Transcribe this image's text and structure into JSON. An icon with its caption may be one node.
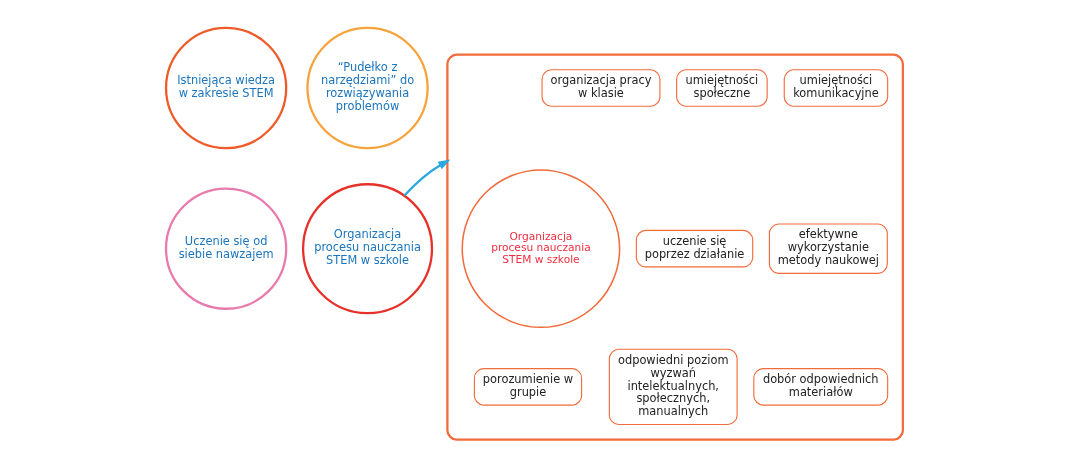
{
  "diagram": {
    "nodes": [
      {
        "text": [
          "Istniejąca wiedza w zakresie STEM"
        ]
      },
      {
        "text": [
          "“Pudełko z narzędziami” do rozwiązywania problemów"
        ]
      },
      {
        "text": [
          "Uczenie się od siebie nawzajem"
        ]
      },
      {
        "text": [
          "Organizacja procesu nauczania STEM w szkole"
        ]
      },
      {
        "text": [],
        "shape": "gear"
      },
      {
        "text": [
          "umiejętności komunikacyjne"
        ],
        "in": 4
      },
      {
        "text": [
          "umiejętności społeczne"
        ],
        "in": 4
      },
      {
        "text": [
          "organizacja pracy w klasie"
        ],
        "in": 4
      },
      {
        "text": [
          "Organizacja procesu nauczania STEM w szkole"
        ],
        "in": 4
      },
      {
        "text": [
          "efektywne wykorzystanie metody naukowej"
        ],
        "in": 4
      },
      {
        "text": [
          "uczenie się poprzez działanie"
        ],
        "in": 4
      },
      {
        "text": [
          "dobór odpowiednich materiałów"
        ],
        "in": 4
      },
      {
        "text": [
          "odpowiedni poziom wyzwań intelektualnych, społecznych, manualnych"
        ],
        "in": 4
      },
      {
        "text": [
          "porozumienie w grupie"
        ],
        "in": 4
      }
    ],
    "edges": [
      {
        "from": 3,
        "to": 4,
        "arrow": "to"
      }
    ]
  }
}
